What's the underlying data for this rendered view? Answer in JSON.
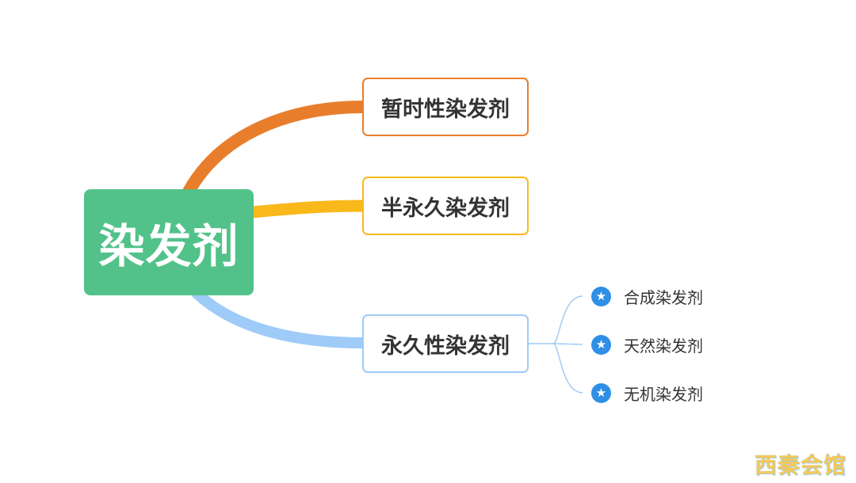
{
  "root": {
    "label": "染发剂",
    "color": "#52c28a"
  },
  "branches": [
    {
      "label": "暂时性染发剂",
      "color": "#e87e2c"
    },
    {
      "label": "半永久染发剂",
      "color": "#f9b91a"
    },
    {
      "label": "永久性染发剂",
      "color": "#9ecbf7"
    }
  ],
  "leaves": [
    {
      "label": "合成染发剂",
      "icon": "star-badge-icon"
    },
    {
      "label": "天然染发剂",
      "icon": "star-badge-icon"
    },
    {
      "label": "无机染发剂",
      "icon": "star-badge-icon"
    }
  ],
  "leaf_icon_color": "#2f8fe6",
  "leaf_connector_color": "#9ecbf7",
  "watermark": "西秦会馆"
}
